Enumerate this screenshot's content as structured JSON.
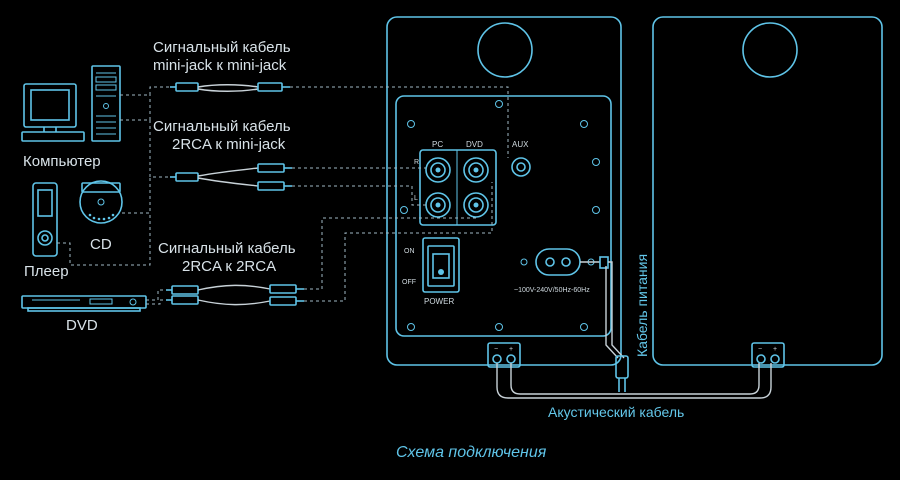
{
  "devices": {
    "computer": "Компьютер",
    "cd": "CD",
    "player": "Плеер",
    "dvd": "DVD"
  },
  "cables": {
    "minijack_line1": "Сигнальный кабель",
    "minijack_line2": "mini-jack к mini-jack",
    "rca_minijack_line1": "Сигнальный кабель",
    "rca_minijack_line2": "2RCA к mini-jack",
    "rca_rca_line1": "Сигнальный кабель",
    "rca_rca_line2": "2RCA к 2RCA",
    "power": "Кабель питания",
    "speaker": "Акустический кабель"
  },
  "panel": {
    "pc": "PC",
    "dvd": "DVD",
    "aux": "AUX",
    "r": "R",
    "l": "L",
    "on": "ON",
    "off": "OFF",
    "power": "POWER",
    "voltage": "~100V-240V/50Hz-60Hz",
    "minus": "−",
    "plus": "+"
  },
  "caption": "Схема подключения",
  "colors": {
    "line": "#5fc4e8",
    "text": "#d8e2e8",
    "background": "#000000"
  }
}
